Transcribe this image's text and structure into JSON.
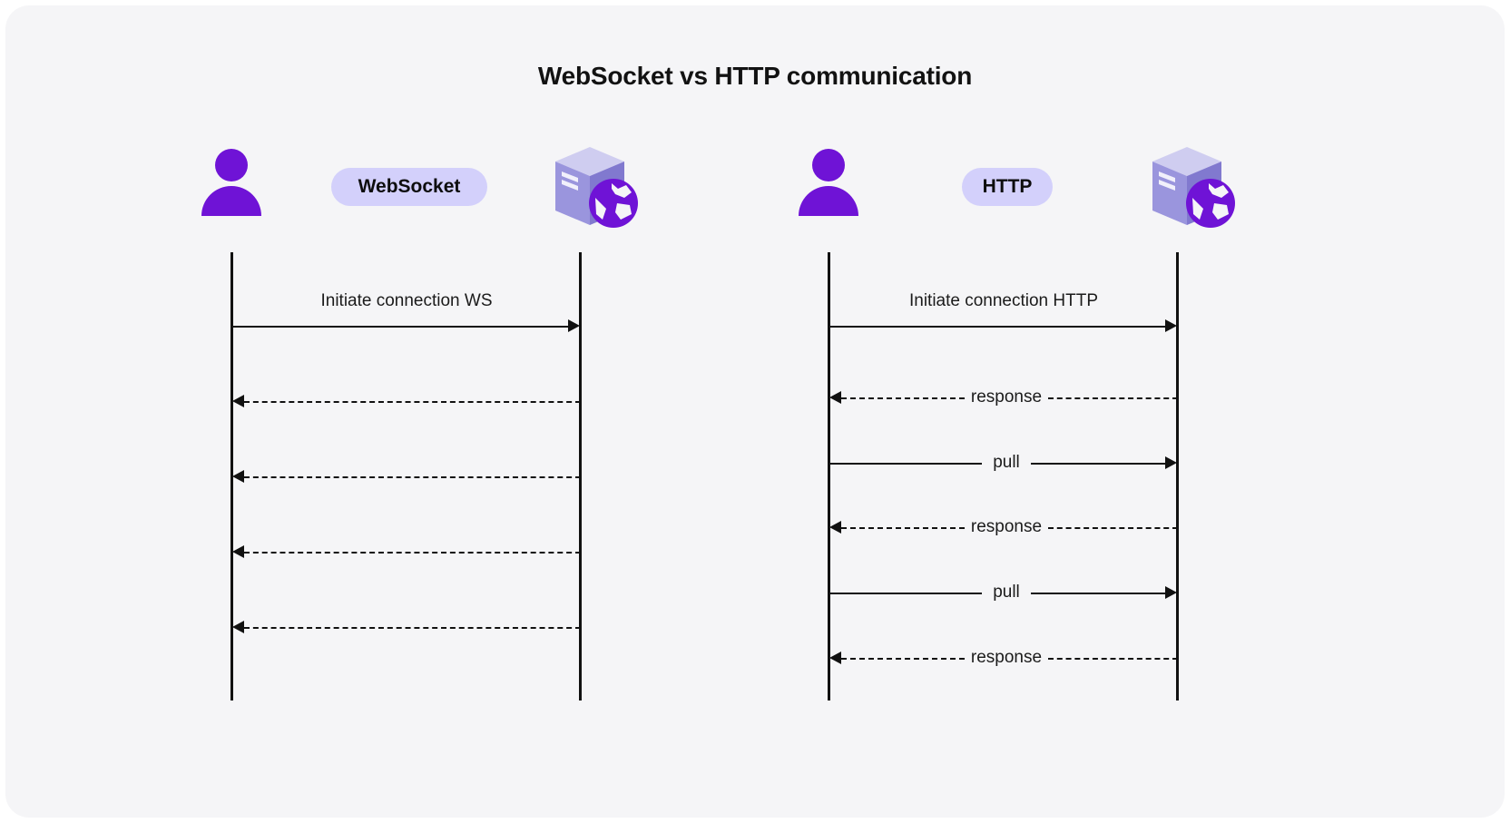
{
  "diagram": {
    "title": "WebSocket vs HTTP communication",
    "background_color": "#f5f5f7",
    "accent_color": "#6f13d6",
    "pill_color": "#d3d0fb",
    "line_color": "#111111"
  },
  "panels": [
    {
      "id": "websocket",
      "client": {
        "icon": "person-icon",
        "label": ""
      },
      "protocol_label": "WebSocket",
      "server": {
        "icon": "server-globe-icon",
        "label": ""
      },
      "messages": [
        {
          "label": "Initiate connection WS",
          "style": "solid",
          "direction": "right",
          "label_position": "above"
        },
        {
          "label": "",
          "style": "dashed",
          "direction": "left",
          "label_position": "none"
        },
        {
          "label": "",
          "style": "dashed",
          "direction": "left",
          "label_position": "none"
        },
        {
          "label": "",
          "style": "dashed",
          "direction": "left",
          "label_position": "none"
        },
        {
          "label": "",
          "style": "dashed",
          "direction": "left",
          "label_position": "none"
        }
      ]
    },
    {
      "id": "http",
      "client": {
        "icon": "person-icon",
        "label": ""
      },
      "protocol_label": "HTTP",
      "server": {
        "icon": "server-globe-icon",
        "label": ""
      },
      "messages": [
        {
          "label": "Initiate connection HTTP",
          "style": "solid",
          "direction": "right",
          "label_position": "above"
        },
        {
          "label": "response",
          "style": "dashed",
          "direction": "left",
          "label_position": "inline"
        },
        {
          "label": "pull",
          "style": "solid",
          "direction": "right",
          "label_position": "inline"
        },
        {
          "label": "response",
          "style": "dashed",
          "direction": "left",
          "label_position": "inline"
        },
        {
          "label": "pull",
          "style": "solid",
          "direction": "right",
          "label_position": "inline"
        },
        {
          "label": "response",
          "style": "dashed",
          "direction": "left",
          "label_position": "inline"
        }
      ]
    }
  ]
}
